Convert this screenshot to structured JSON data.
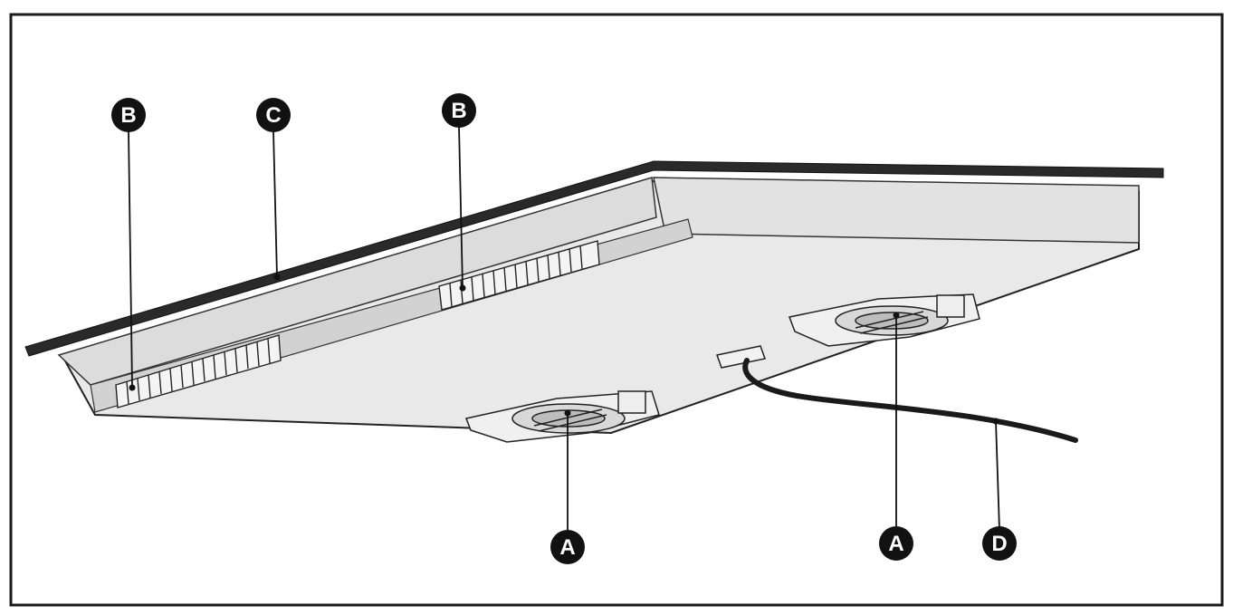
{
  "callouts": {
    "a_left": "A",
    "a_right": "A",
    "b_left": "B",
    "b_middle": "B",
    "c": "C",
    "d": "D"
  },
  "colors": {
    "frame": "#1a1a1a",
    "body_fill": "#e9e9e9",
    "front_face": "#dedede",
    "shadow_face": "#cfcfcf",
    "rim": "#2a2a2a",
    "callout_fill": "#111111",
    "callout_text": "#ffffff"
  }
}
